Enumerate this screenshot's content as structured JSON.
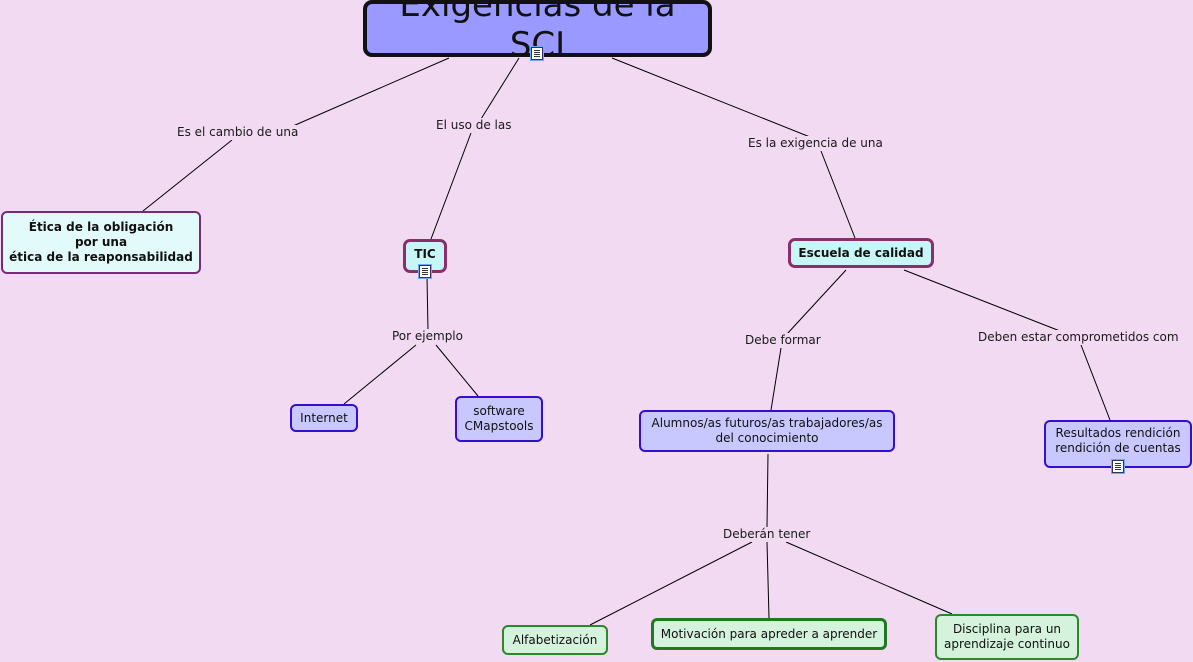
{
  "root": {
    "title": "Exigencias de la SCI"
  },
  "links": {
    "cambio": "Es el cambio de una",
    "uso": "El uso de las",
    "exigencia": "Es la exigencia de una",
    "ejemplo": "Por ejemplo",
    "formar": "Debe formar",
    "comprometidos": "Deben estar comprometidos com",
    "tener": "Deberán tener"
  },
  "nodes": {
    "ethic": [
      "Ética de la obligación",
      "por una",
      "ética de la reaponsabilidad"
    ],
    "tic": "TIC",
    "calidad": "Escuela de calidad",
    "internet": "Internet",
    "software": [
      "software",
      "CMapstools"
    ],
    "alumnos": [
      "Alumnos/as futuros/as trabajadores/as",
      "del conocimiento"
    ],
    "resultados": [
      "Resultados rendición",
      "rendición de cuentas"
    ],
    "alfabetizacion": "Alfabetización",
    "motivacion": "Motivación para apreder a aprender",
    "disciplina": [
      "Disciplina para un",
      "aprendizaje continuo"
    ]
  },
  "icons": [
    "document-icon",
    "document-icon",
    "document-icon"
  ],
  "colors": {
    "background": "#f2daf2",
    "root_fill": "#9999ff",
    "concept_fill_cyan": "#c8f5f5",
    "concept_fill_blue": "#c8c8ff",
    "concept_fill_green": "#d4f2dc"
  }
}
